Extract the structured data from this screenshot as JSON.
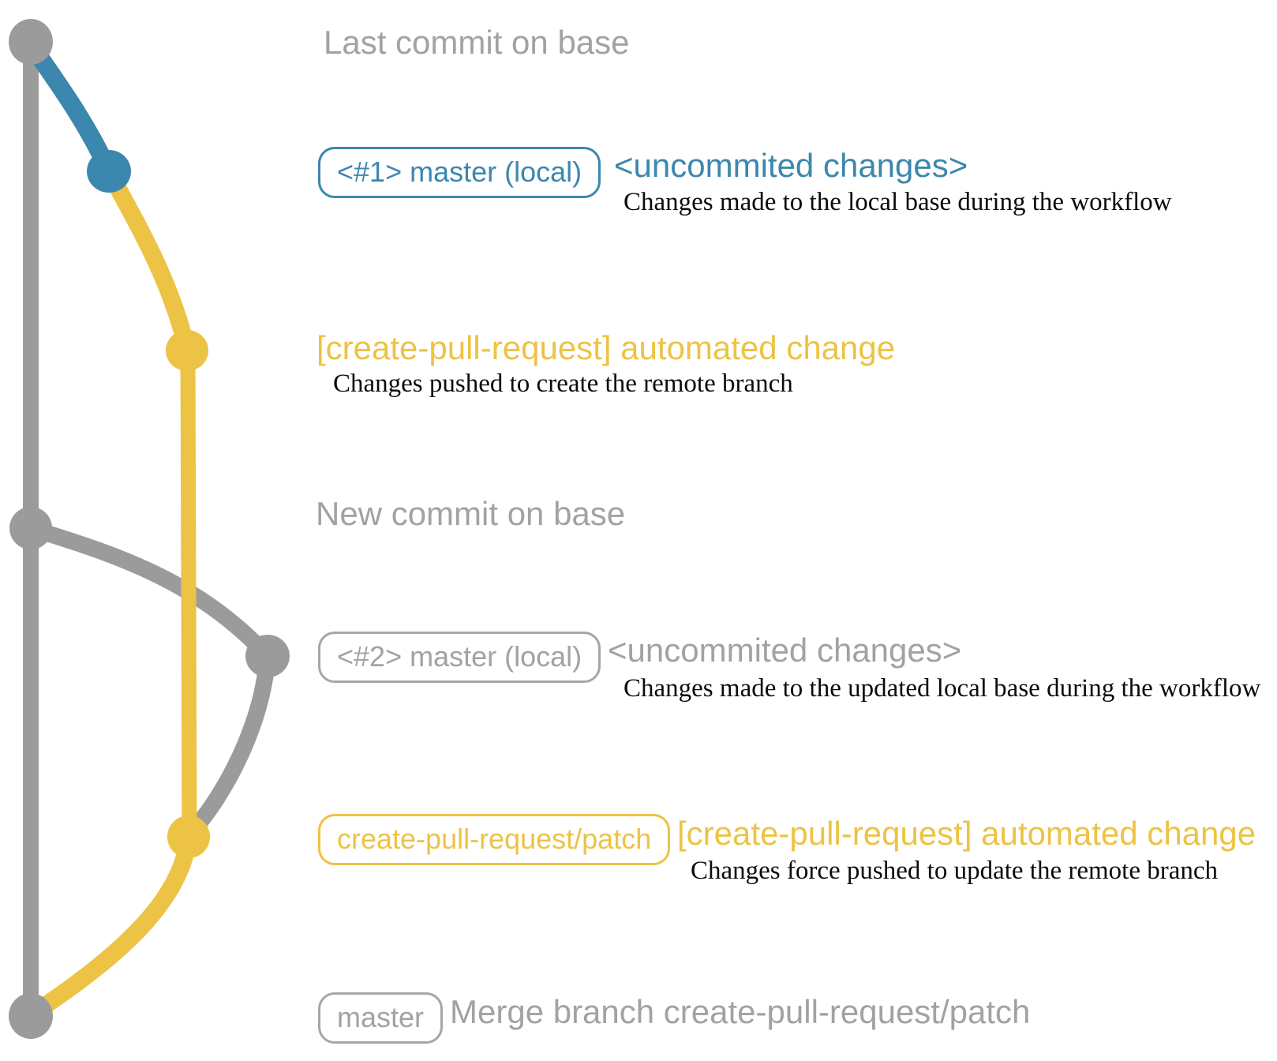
{
  "colors": {
    "gray": "#9b9b9b",
    "grayText": "#a2a2a2",
    "grayBorder": "#a6a6a6",
    "blue": "#3c87ae",
    "yellow": "#ecc344",
    "captionBlack": "#0b0b0b"
  },
  "rows": {
    "last_commit": {
      "label": "Last commit on base"
    },
    "local_commit_1": {
      "badge": "<#1> master (local)",
      "title": "<uncommited changes>",
      "caption": "Changes made to the local base during the workflow"
    },
    "push_1": {
      "title": "[create-pull-request] automated change",
      "caption": "Changes pushed to create the remote branch"
    },
    "new_commit": {
      "label": "New commit on base"
    },
    "local_commit_2": {
      "badge": "<#2> master (local)",
      "title": "<uncommited changes>",
      "caption": "Changes made to the updated local base during the workflow"
    },
    "push_2": {
      "badge": "create-pull-request/patch",
      "title": "[create-pull-request] automated change",
      "caption": "Changes force pushed to update the remote branch"
    },
    "merge": {
      "badge": "master",
      "title": "Merge branch create-pull-request/patch"
    }
  }
}
